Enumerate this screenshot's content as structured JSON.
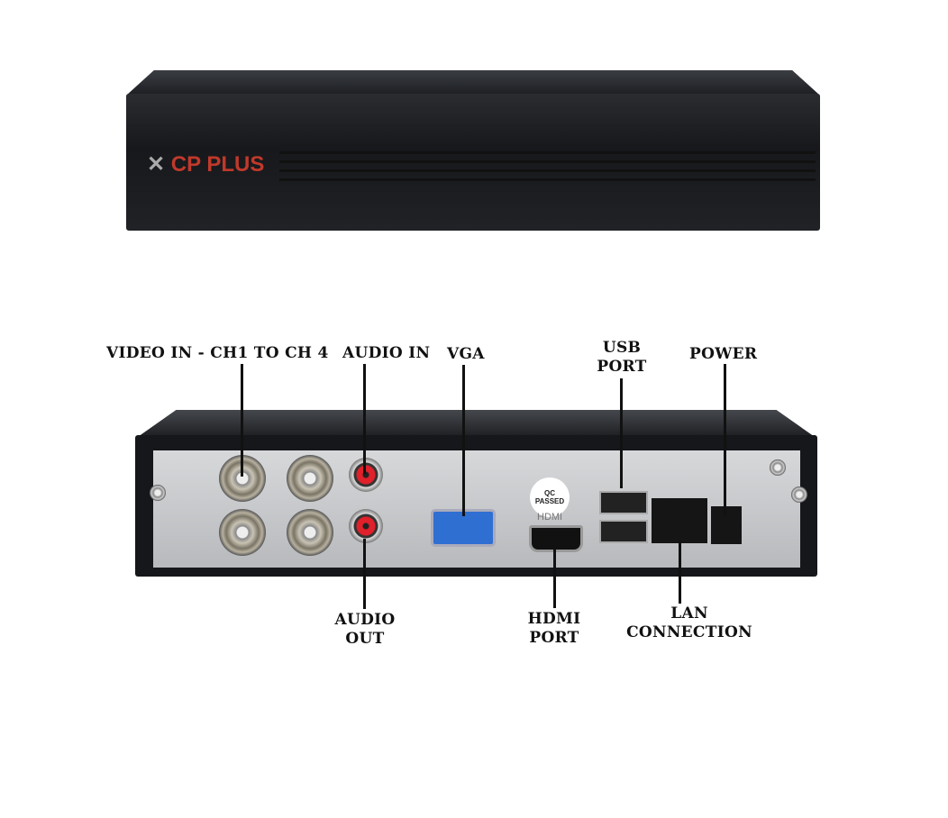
{
  "front": {
    "logo_text": "CP PLUS",
    "brand_color": "#c0392b"
  },
  "rear": {
    "qc_sticker": "QC PASSED",
    "hdmi_print": "HDMI"
  },
  "labels": {
    "video_in": "VIDEO IN - CH1 TO CH 4",
    "audio_in": "AUDIO IN",
    "vga": "VGA",
    "usb_line1": "USB",
    "usb_line2": "PORT",
    "power": "POWER",
    "audio_out_line1": "AUDIO",
    "audio_out_line2": "OUT",
    "hdmi_line1": "HDMI",
    "hdmi_line2": "PORT",
    "lan_line1": "LAN",
    "lan_line2": "CONNECTION"
  }
}
